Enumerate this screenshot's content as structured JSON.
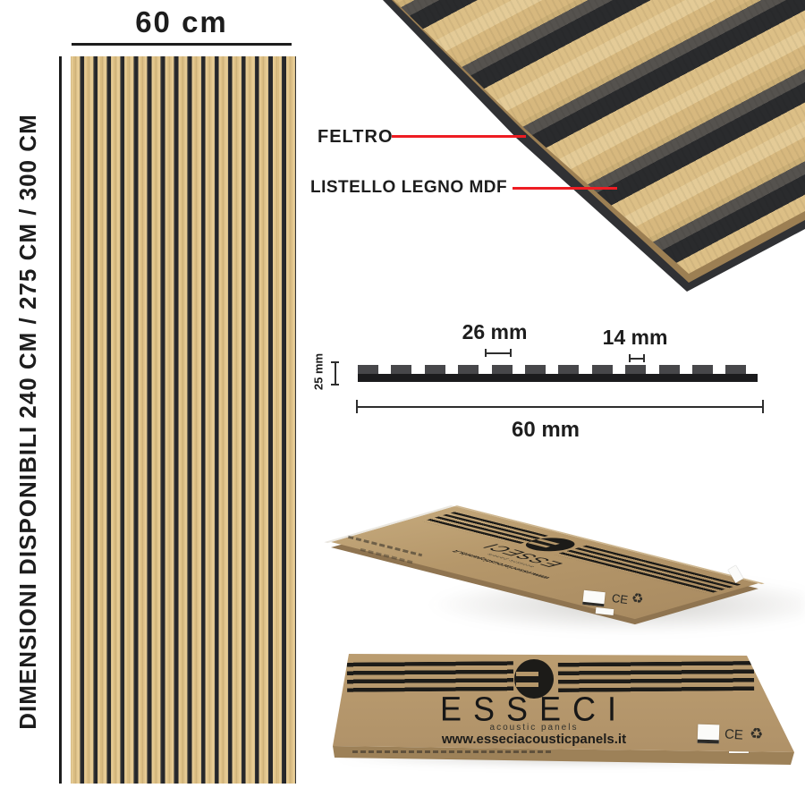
{
  "panel": {
    "width_label": "60 cm",
    "heights_label": "DIMENSIONI DISPONIBILI 240 CM / 275 CM / 300 CM",
    "wood_color": "#dfc28a",
    "groove_color": "#26272a"
  },
  "callouts": {
    "felt_label": "FELTRO",
    "slat_label": "LISTELLO LEGNO MDF",
    "line_color": "#ee1d23"
  },
  "section": {
    "slat_width": "26 mm",
    "gap_width": "14 mm",
    "thickness": "25 mm",
    "total_width": "60 mm"
  },
  "packaging": {
    "brand": "ESSECI",
    "tagline": "acoustic panels",
    "website": "www.esseciacousticpanels.it",
    "ce_mark": "CE",
    "recycle_icon": "♻",
    "kraft_color": "#b5976a"
  }
}
